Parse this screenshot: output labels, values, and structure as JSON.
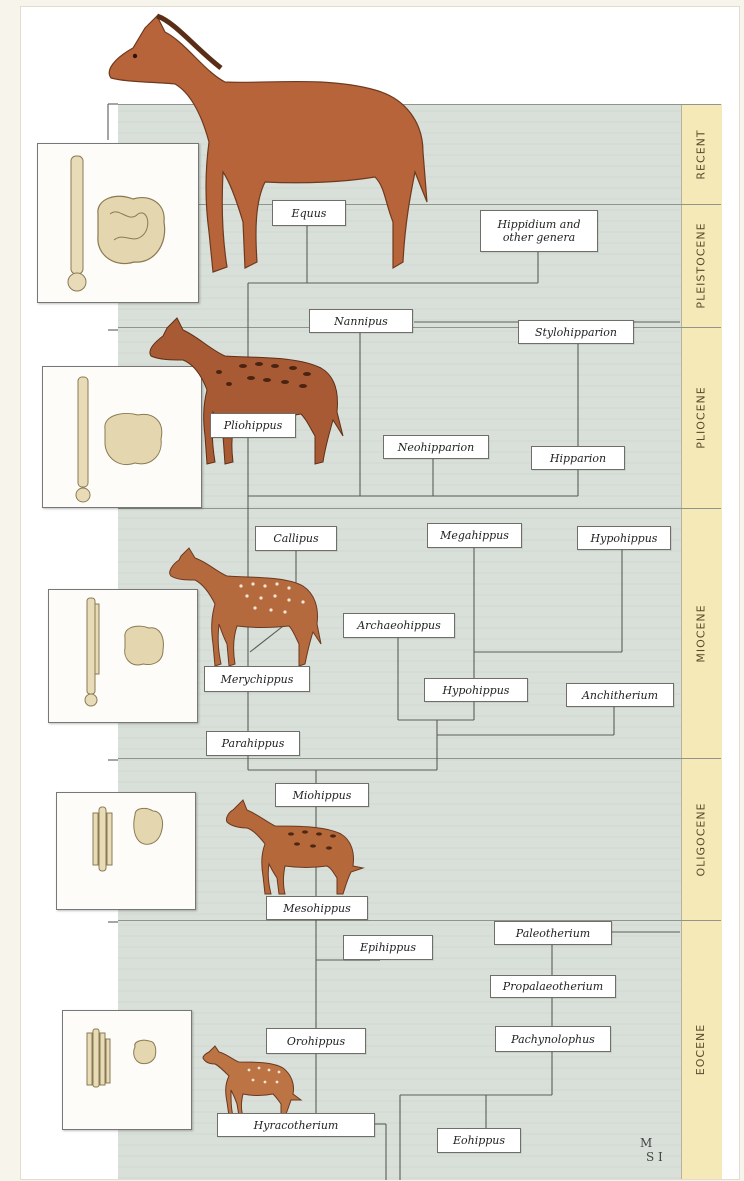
{
  "epochs": [
    {
      "label": "RECENT"
    },
    {
      "label": "PLEISTOCENE"
    },
    {
      "label": "PLIOCENE"
    },
    {
      "label": "MIOCENE"
    },
    {
      "label": "OLIGOCENE"
    },
    {
      "label": "EOCENE"
    }
  ],
  "genera": {
    "equus": "Equus",
    "hippidium_line1": "Hippidium and",
    "hippidium_line2": "other genera",
    "nannipus": "Nannipus",
    "stylohipparion": "Stylohipparion",
    "pliohippus": "Pliohippus",
    "neohipparion": "Neohipparion",
    "hipparion": "Hipparion",
    "callipus": "Callipus",
    "megahippus": "Megahippus",
    "hypohippus_top": "Hypohippus",
    "archaeohippus": "Archaeohippus",
    "merychippus": "Merychippus",
    "hypohippus": "Hypohippus",
    "anchitherium": "Anchitherium",
    "parahippus": "Parahippus",
    "miohippus": "Miohippus",
    "mesohippus": "Mesohippus",
    "epihippus": "Epihippus",
    "paleotherium": "Paleotherium",
    "propalaeotherium": "Propalaeotherium",
    "orohippus": "Orohippus",
    "pachynolophus": "Pachynolophus",
    "hyracotherium": "Hyracotherium",
    "eohippus": "Eohippus"
  },
  "signature": {
    "line1": "M",
    "line2": "S I"
  },
  "colors": {
    "era_band": "#f6e9b8",
    "chart_bg": "#d9e0d9",
    "horse": "#b8643a"
  }
}
